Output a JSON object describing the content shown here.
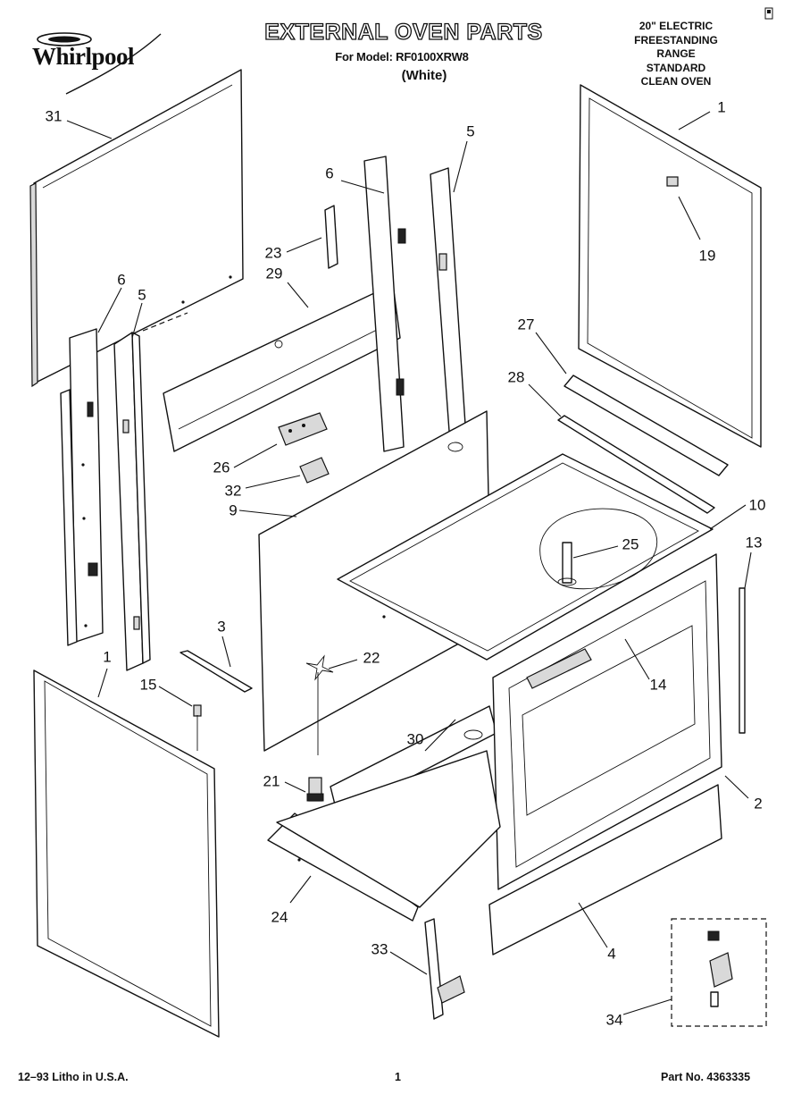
{
  "header": {
    "brand": "Whirlpool",
    "title": "EXTERNAL OVEN PARTS",
    "model_line": "For Model: RF0100XRW8",
    "color_line": "(White)",
    "description_lines": [
      "20\" ELECTRIC",
      "FREESTANDING",
      "RANGE",
      "STANDARD",
      "CLEAN OVEN"
    ]
  },
  "callouts": [
    {
      "id": "c31a",
      "label": "31"
    },
    {
      "id": "c6a",
      "label": "6"
    },
    {
      "id": "c5a",
      "label": "5"
    },
    {
      "id": "c1a",
      "label": "1"
    },
    {
      "id": "c19",
      "label": "19"
    },
    {
      "id": "c23",
      "label": "23"
    },
    {
      "id": "c29",
      "label": "29"
    },
    {
      "id": "c6b",
      "label": "6"
    },
    {
      "id": "c5b",
      "label": "5"
    },
    {
      "id": "c27",
      "label": "27"
    },
    {
      "id": "c28",
      "label": "28"
    },
    {
      "id": "c26",
      "label": "26"
    },
    {
      "id": "c32",
      "label": "32"
    },
    {
      "id": "c9",
      "label": "9"
    },
    {
      "id": "c10",
      "label": "10"
    },
    {
      "id": "c25",
      "label": "25"
    },
    {
      "id": "c13",
      "label": "13"
    },
    {
      "id": "c3",
      "label": "3"
    },
    {
      "id": "c22",
      "label": "22"
    },
    {
      "id": "c1b",
      "label": "1"
    },
    {
      "id": "c15",
      "label": "15"
    },
    {
      "id": "c14",
      "label": "14"
    },
    {
      "id": "c30",
      "label": "30"
    },
    {
      "id": "c21",
      "label": "21"
    },
    {
      "id": "c2",
      "label": "2"
    },
    {
      "id": "c24",
      "label": "24"
    },
    {
      "id": "c4",
      "label": "4"
    },
    {
      "id": "c33",
      "label": "33"
    },
    {
      "id": "c34",
      "label": "34"
    }
  ],
  "footer": {
    "date_litho": "12–93  Litho in U.S.A.",
    "page_number": "1",
    "part_number": "Part No. 4363335"
  }
}
